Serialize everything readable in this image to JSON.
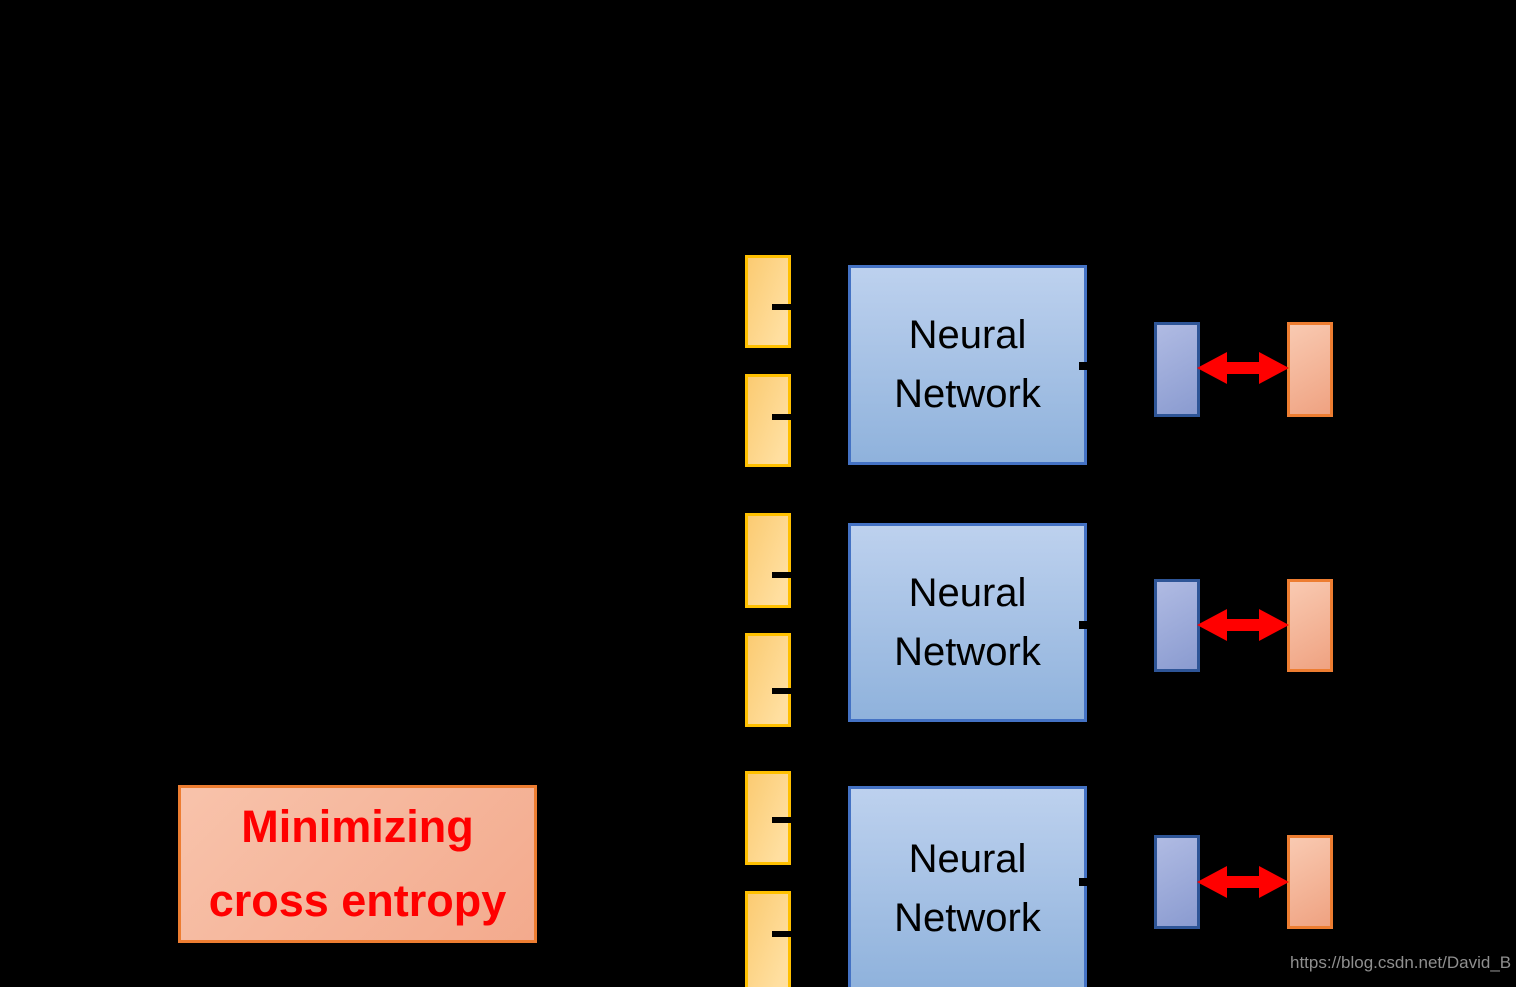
{
  "diagram": {
    "rows": [
      {
        "nn_label_line1": "Neural",
        "nn_label_line2": "Network"
      },
      {
        "nn_label_line1": "Neural",
        "nn_label_line2": "Network"
      },
      {
        "nn_label_line1": "Neural",
        "nn_label_line2": "Network"
      }
    ],
    "loss_box": {
      "line1": "Minimizing",
      "line2": "cross entropy"
    },
    "watermark": "https://blog.csdn.net/David_B"
  },
  "colors": {
    "background": "#000000",
    "nn_border": "#4472C4",
    "nn_fill_top": "#BDD1EE",
    "nn_fill_bottom": "#8FB2DC",
    "input_border": "#FFC000",
    "input_fill_light": "#FFDFA0",
    "input_fill_dark": "#FBCB72",
    "pred_border": "#2E5597",
    "pred_fill_light": "#B0BBE3",
    "pred_fill_dark": "#8A9BD0",
    "target_border": "#ED7D31",
    "target_fill_light": "#F9CAB2",
    "target_fill_dark": "#EFA281",
    "arrow": "#FF0000",
    "loss_border": "#ED7D31",
    "loss_fill_light": "#F8C3AB",
    "loss_fill_dark": "#F3AA8D",
    "loss_text": "#FF0000",
    "watermark": "#8F8F8F"
  }
}
